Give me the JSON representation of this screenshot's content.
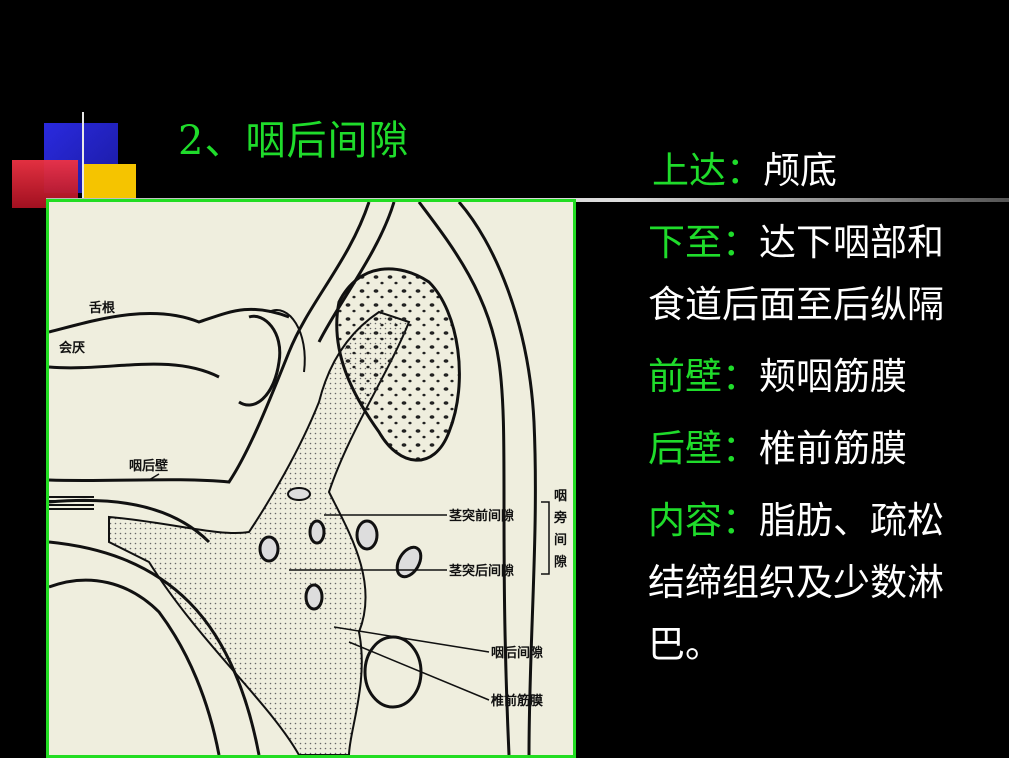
{
  "slide": {
    "title": "2、咽后间隙"
  },
  "figure": {
    "labels": {
      "tongue_root": "舌根",
      "epiglottis": "会厌",
      "pharynx_back_wall": "咽后壁",
      "pre_styloid": "茎突前间隙",
      "post_styloid": "茎突后间隙",
      "parapharyngeal": "咽旁间隙",
      "retropharyngeal": "咽后间隙",
      "prevertebral_fascia": "椎前筋膜"
    },
    "parapharyngeal_chars": [
      "咽",
      "旁",
      "间",
      "隙"
    ]
  },
  "details": [
    {
      "key": "上达：",
      "value": "颅底"
    },
    {
      "key": "下至：",
      "value": "达下咽部和"
    },
    {
      "key": "",
      "value": "食道后面至后纵隔"
    },
    {
      "key": "前壁：",
      "value": "颊咽筋膜"
    },
    {
      "key": "后壁：",
      "value": "椎前筋膜"
    },
    {
      "key": "内容：",
      "value": "脂肪、疏松"
    },
    {
      "key": "",
      "value": "结缔组织及少数淋"
    },
    {
      "key": "",
      "value": "巴。"
    }
  ],
  "colors": {
    "accent": "#1fdc2b",
    "background": "#000000",
    "deco_blue": "#2222cc",
    "deco_red": "#dd2233",
    "deco_yellow": "#f5c400"
  }
}
